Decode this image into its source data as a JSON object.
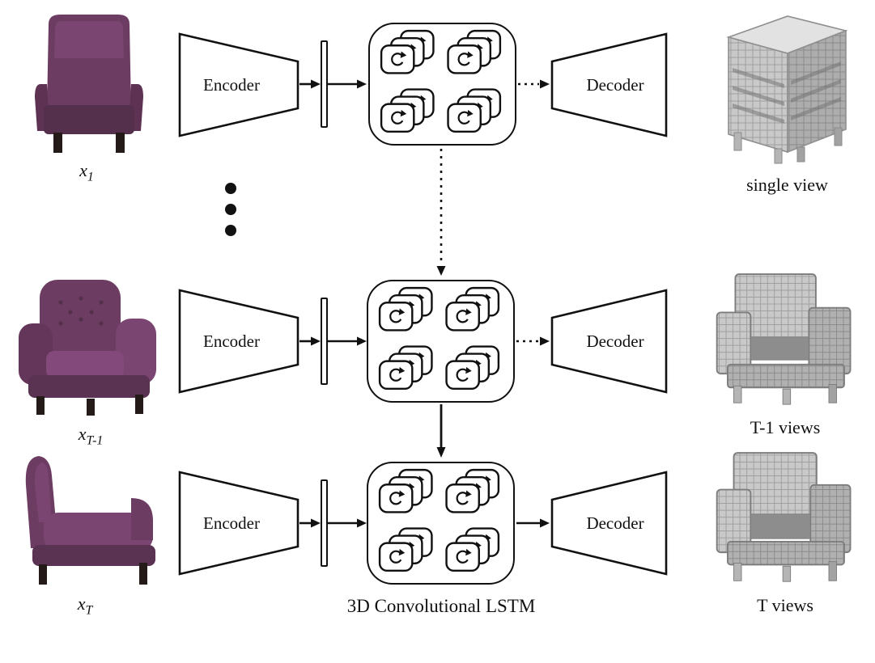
{
  "figure": {
    "caption": "3D Convolutional LSTM",
    "rows": [
      {
        "input_base": "x",
        "input_sub": "1",
        "encoder_label": "Encoder",
        "decoder_label": "Decoder",
        "output_label": "single view"
      },
      {
        "input_base": "x",
        "input_sub": "T-1",
        "encoder_label": "Encoder",
        "decoder_label": "Decoder",
        "output_label": "T-1 views"
      },
      {
        "input_base": "x",
        "input_sub": "T",
        "encoder_label": "Encoder",
        "decoder_label": "Decoder",
        "output_label": "T views"
      }
    ],
    "icons": {
      "lstm_cell": "stacked-rounded-cells-with-recurrent-loop-arrow",
      "ellipsis": "vertical-three-dots"
    },
    "colors": {
      "line": "#111111",
      "chair_main": "#6d3c62",
      "chair_dark": "#55304c",
      "voxel_fill": "#c6c6c6",
      "voxel_edge": "#8a8a8a"
    }
  }
}
